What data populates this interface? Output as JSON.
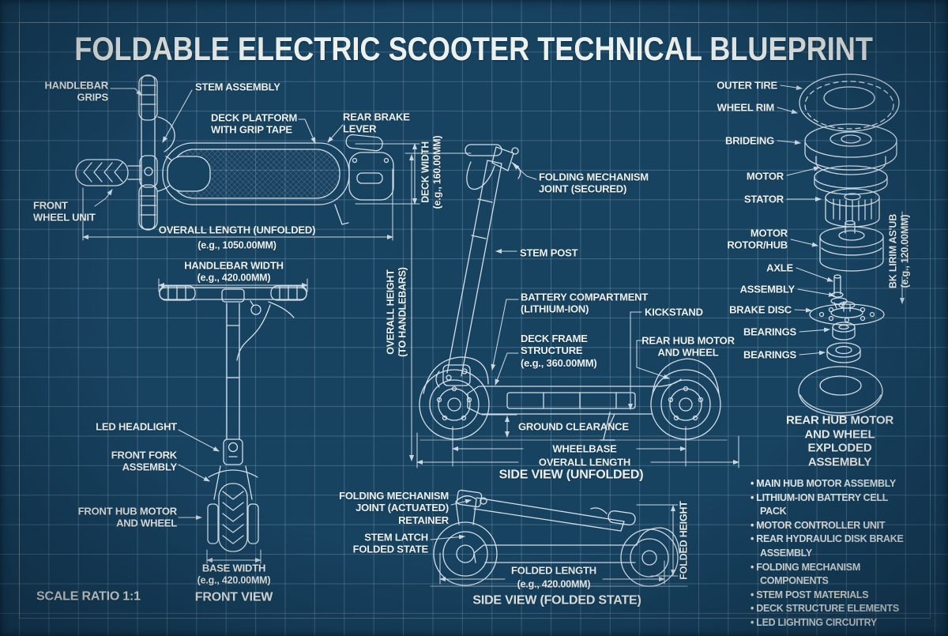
{
  "title": "FOLDABLE ELECTRIC SCOOTER TECHNICAL BLUEPRINT",
  "colors": {
    "background": "#174260",
    "grid": "rgba(157,189,209,0.30)",
    "ink": "#edf1ee",
    "line": "#dde8f0"
  },
  "top_view": {
    "handlebar_grips": "HANDLEBAR\nGRIPS",
    "stem_assembly": "STEM ASSEMBLY",
    "deck_platform": "DECK PLATFORM\nWITH GRIP TAPE",
    "rear_brake_lever": "REAR BRAKE\nLEVER",
    "front_wheel_unit": "FRONT\nWHEEL UNIT",
    "deck_width": "DECK WIDTH\n(e.g., 160.00MM)",
    "overall_length": "OVERALL LENGTH (UNFOLDED)",
    "overall_length_value": "(e.g., 1050.00MM)"
  },
  "front_view": {
    "handlebar_width": "HANDLEBAR WIDTH",
    "handlebar_width_value": "(e.g., 420.00MM)",
    "led_headlight": "LED HEADLIGHT",
    "front_fork": "FRONT FORK\nASSEMBLY",
    "front_hub": "FRONT HUB MOTOR\nAND WHEEL",
    "base_width": "BASE WIDTH",
    "base_width_value": "(e.g., 420.00MM)",
    "caption": "FRONT VIEW",
    "scale_ratio": "SCALE RATIO 1:1"
  },
  "side_view": {
    "folding_joint": "FOLDING MECHANISM\nJOINT (SECURED)",
    "stem_post": "STEM POST",
    "overall_height": "OVERALL HEIGHT\n(TO HANDLEBARS)",
    "battery": "BATTERY COMPARTMENT\n(LITHIUM-ION)",
    "kickstand": "KICKSTAND",
    "deck_frame": "DECK FRAME\nSTRUCTURE\n(e.g., 360.00MM)",
    "rear_hub": "REAR HUB MOTOR\nAND WHEEL",
    "ground_clearance": "GROUND CLEARANCE",
    "wheelbase": "WHEELBASE",
    "overall_length": "OVERALL LENGTH",
    "caption": "SIDE VIEW (UNFOLDED)"
  },
  "folded_view": {
    "folding_joint": "FOLDING MECHANISM\nJOINT (ACTUATED)\nRETAINER",
    "stem_latch": "STEM LATCH\nFOLDED STATE",
    "folded_height": "FOLDED HEIGHT",
    "folded_length": "FOLDED LENGTH",
    "folded_length_value": "(e.g., 420.00MM)",
    "caption": "SIDE VIEW (FOLDED STATE)"
  },
  "exploded_view": {
    "outer_tire": "OUTER TIRE",
    "wheel_rim": "WHEEL RIM",
    "brideing": "BRIDEING",
    "motor": "MOTOR",
    "stator": "STATOR",
    "motor_rotor": "MOTOR\nROTOR/HUB",
    "axle": "AXLE",
    "assembly": "ASSEMBLY",
    "brake_disc": "BRAKE DISC",
    "bearings_1": "BEARINGS",
    "bearings_2": "BEARINGS",
    "dimension": "BK LIRIM AS'UB\n(e.g., 120.00MM)",
    "caption": "REAR HUB MOTOR AND WHEEL\nEXPLODED ASSEMBLY"
  },
  "parts_list": {
    "items": [
      "MAIN HUB MOTOR ASSEMBLY",
      "LITHIUM-ION BATTERY CELL PACK",
      "MOTOR CONTROLLER UNIT",
      "REAR HYDRAULIC DISK BRAKE ASSEMBLY",
      "FOLDING MECHANISM COMPONENTS",
      "STEM POST MATERIALS",
      "DECK STRUCTURE ELEMENTS",
      "LED LIGHTING CIRCUITRY"
    ]
  }
}
